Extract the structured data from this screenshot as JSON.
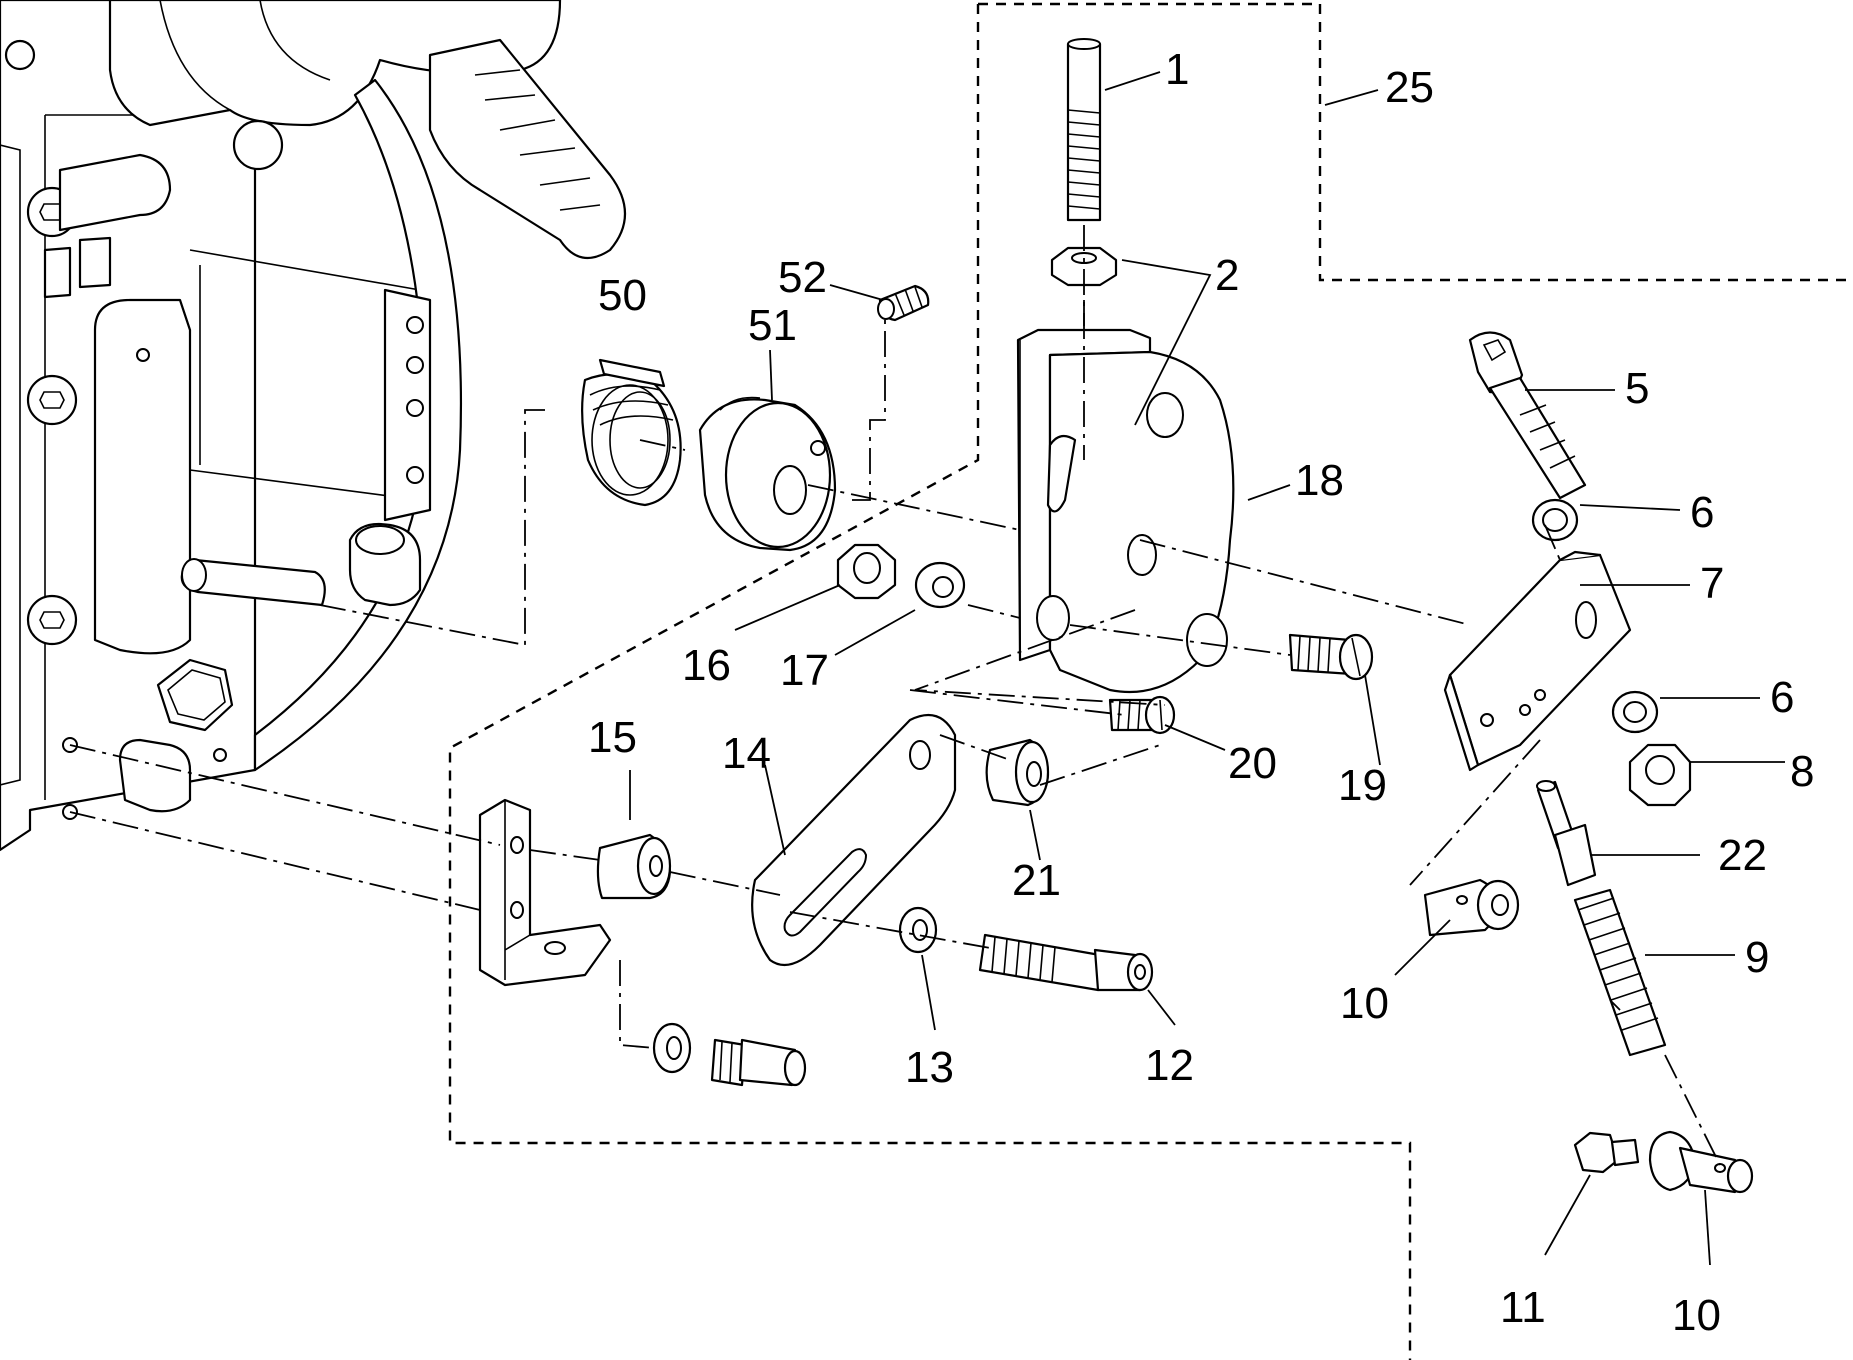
{
  "callouts": [
    {
      "id": "c1",
      "text": "1"
    },
    {
      "id": "c2",
      "text": "2"
    },
    {
      "id": "c25",
      "text": "25"
    },
    {
      "id": "c50",
      "text": "50"
    },
    {
      "id": "c51",
      "text": "51"
    },
    {
      "id": "c52",
      "text": "52"
    },
    {
      "id": "c5",
      "text": "5"
    },
    {
      "id": "c18",
      "text": "18"
    },
    {
      "id": "c6a",
      "text": "6"
    },
    {
      "id": "c7",
      "text": "7"
    },
    {
      "id": "c16",
      "text": "16"
    },
    {
      "id": "c17",
      "text": "17"
    },
    {
      "id": "c6b",
      "text": "6"
    },
    {
      "id": "c8",
      "text": "8"
    },
    {
      "id": "c15",
      "text": "15"
    },
    {
      "id": "c14",
      "text": "14"
    },
    {
      "id": "c20",
      "text": "20"
    },
    {
      "id": "c19",
      "text": "19"
    },
    {
      "id": "c21",
      "text": "21"
    },
    {
      "id": "c22",
      "text": "22"
    },
    {
      "id": "c9",
      "text": "9"
    },
    {
      "id": "c10a",
      "text": "10"
    },
    {
      "id": "c13",
      "text": "13"
    },
    {
      "id": "c12",
      "text": "12"
    },
    {
      "id": "c11",
      "text": "11"
    },
    {
      "id": "c10b",
      "text": "10"
    }
  ]
}
